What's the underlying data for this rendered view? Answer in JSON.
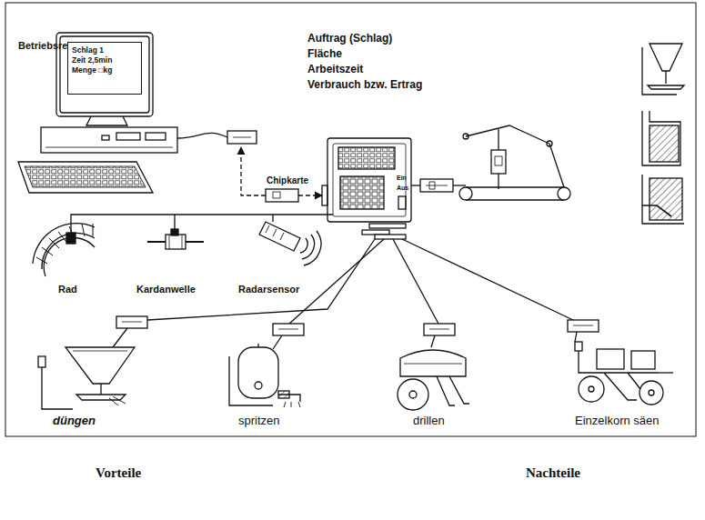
{
  "diagram": {
    "nodes": [
      {
        "text": [
          "Schlag 1",
          "Zeit 2,5min",
          "Menge □kg"
        ]
      }
    ],
    "labels": [
      "Betriebsrechner",
      "Chipkarte",
      "Auftrag (Schlag)",
      "Fläche",
      "Arbeitszeit",
      "Verbrauch bzw. Ertrag",
      "Ein",
      "Aus",
      "Rad",
      "Kardanwelle",
      "Radarsensor",
      "düngen",
      "spritzen",
      "drillen",
      "Einzelkorn säen",
      "Vorteile",
      "Nachteile"
    ]
  }
}
